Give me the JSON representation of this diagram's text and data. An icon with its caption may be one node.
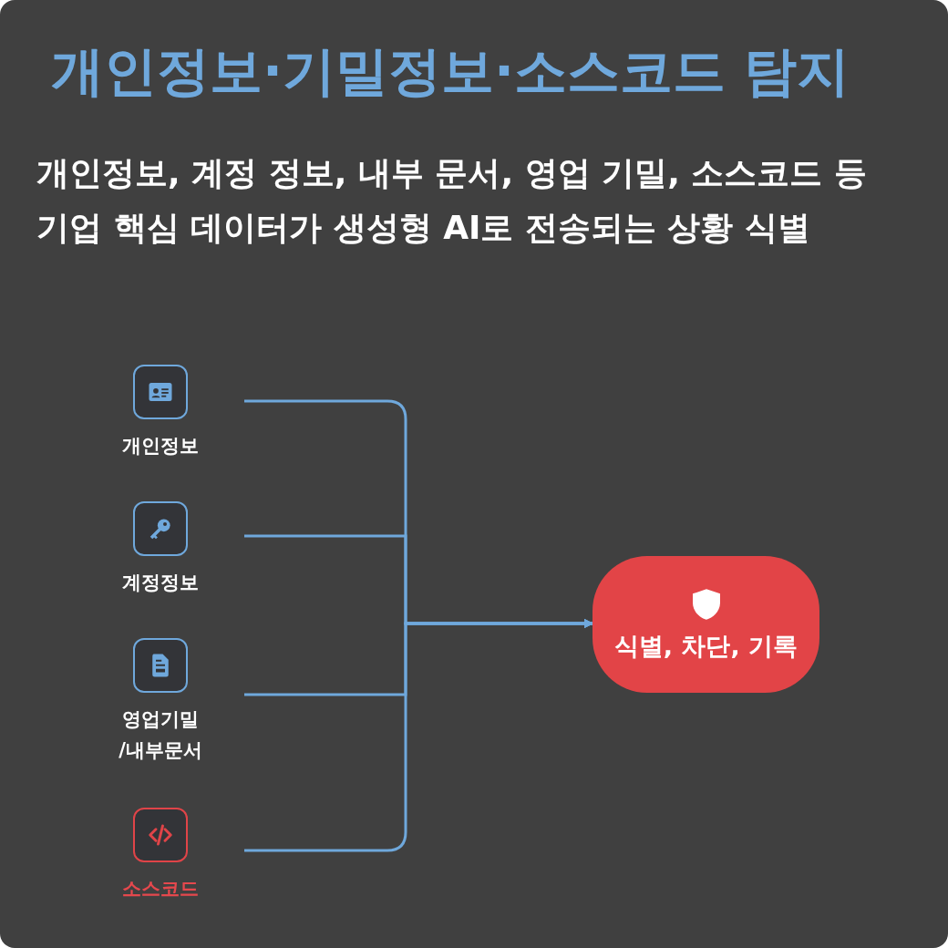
{
  "diagram": {
    "title": "개인정보·기밀정보·소스코드 탐지",
    "caption": "개인정보, 계정 정보, 내부 문서, 영업 기밀, 소스코드 등 기업 핵심 데이터가 생성형 AI로 전송되는 상황 식별",
    "nodes": [
      {
        "text": [
          "개인정보"
        ]
      },
      {
        "text": [
          "계정정보"
        ]
      },
      {
        "text": [
          "영업기밀 /내부문서"
        ]
      },
      {
        "text": [
          "소스코드"
        ]
      },
      {
        "text": [
          "식별, 차단, 기록"
        ]
      }
    ],
    "edges": [
      {
        "from": 0,
        "to": 4,
        "arrow": "to"
      },
      {
        "from": 1,
        "to": 4,
        "arrow": "to"
      },
      {
        "from": 2,
        "to": 4,
        "arrow": "to"
      },
      {
        "from": 3,
        "to": 4,
        "arrow": "to"
      }
    ]
  }
}
